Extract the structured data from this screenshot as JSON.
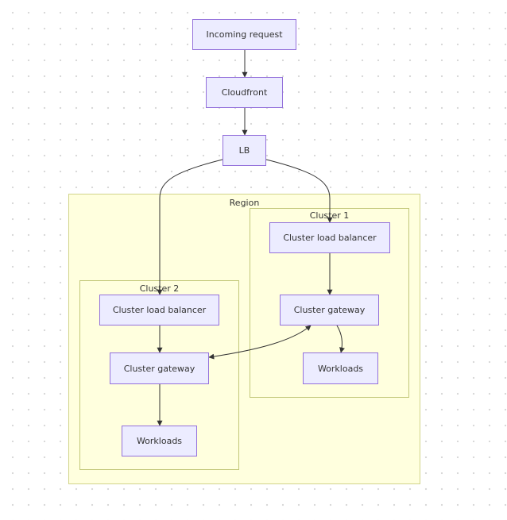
{
  "diagram": {
    "nodes": {
      "incoming_request": "Incoming request",
      "cloudfront": "Cloudfront",
      "lb": "LB",
      "c1_load_balancer": "Cluster load balancer",
      "c1_gateway": "Cluster gateway",
      "c1_workloads": "Workloads",
      "c2_load_balancer": "Cluster load balancer",
      "c2_gateway": "Cluster gateway",
      "c2_workloads": "Workloads"
    },
    "groups": {
      "region": "Region",
      "cluster1": "Cluster 1",
      "cluster2": "Cluster 2"
    },
    "edges": [
      {
        "from": "Incoming request",
        "to": "Cloudfront"
      },
      {
        "from": "Cloudfront",
        "to": "LB"
      },
      {
        "from": "LB",
        "to": "Cluster 1 / Cluster load balancer"
      },
      {
        "from": "LB",
        "to": "Cluster 2 / Cluster load balancer"
      },
      {
        "from": "Cluster 1 / Cluster load balancer",
        "to": "Cluster 1 / Cluster gateway"
      },
      {
        "from": "Cluster 1 / Cluster gateway",
        "to": "Cluster 1 / Workloads"
      },
      {
        "from": "Cluster 2 / Cluster load balancer",
        "to": "Cluster 2 / Cluster gateway"
      },
      {
        "from": "Cluster 2 / Cluster gateway",
        "to": "Cluster 2 / Workloads"
      },
      {
        "from": "Cluster 1 / Cluster gateway",
        "to": "Cluster 2 / Cluster gateway",
        "bidirectional": true
      }
    ],
    "colors": {
      "node_fill": "#ececff",
      "node_border": "#9370db",
      "group_fill": "#ffffde",
      "group_border": "#c2c779",
      "edge": "#333333",
      "text": "#333333"
    }
  }
}
